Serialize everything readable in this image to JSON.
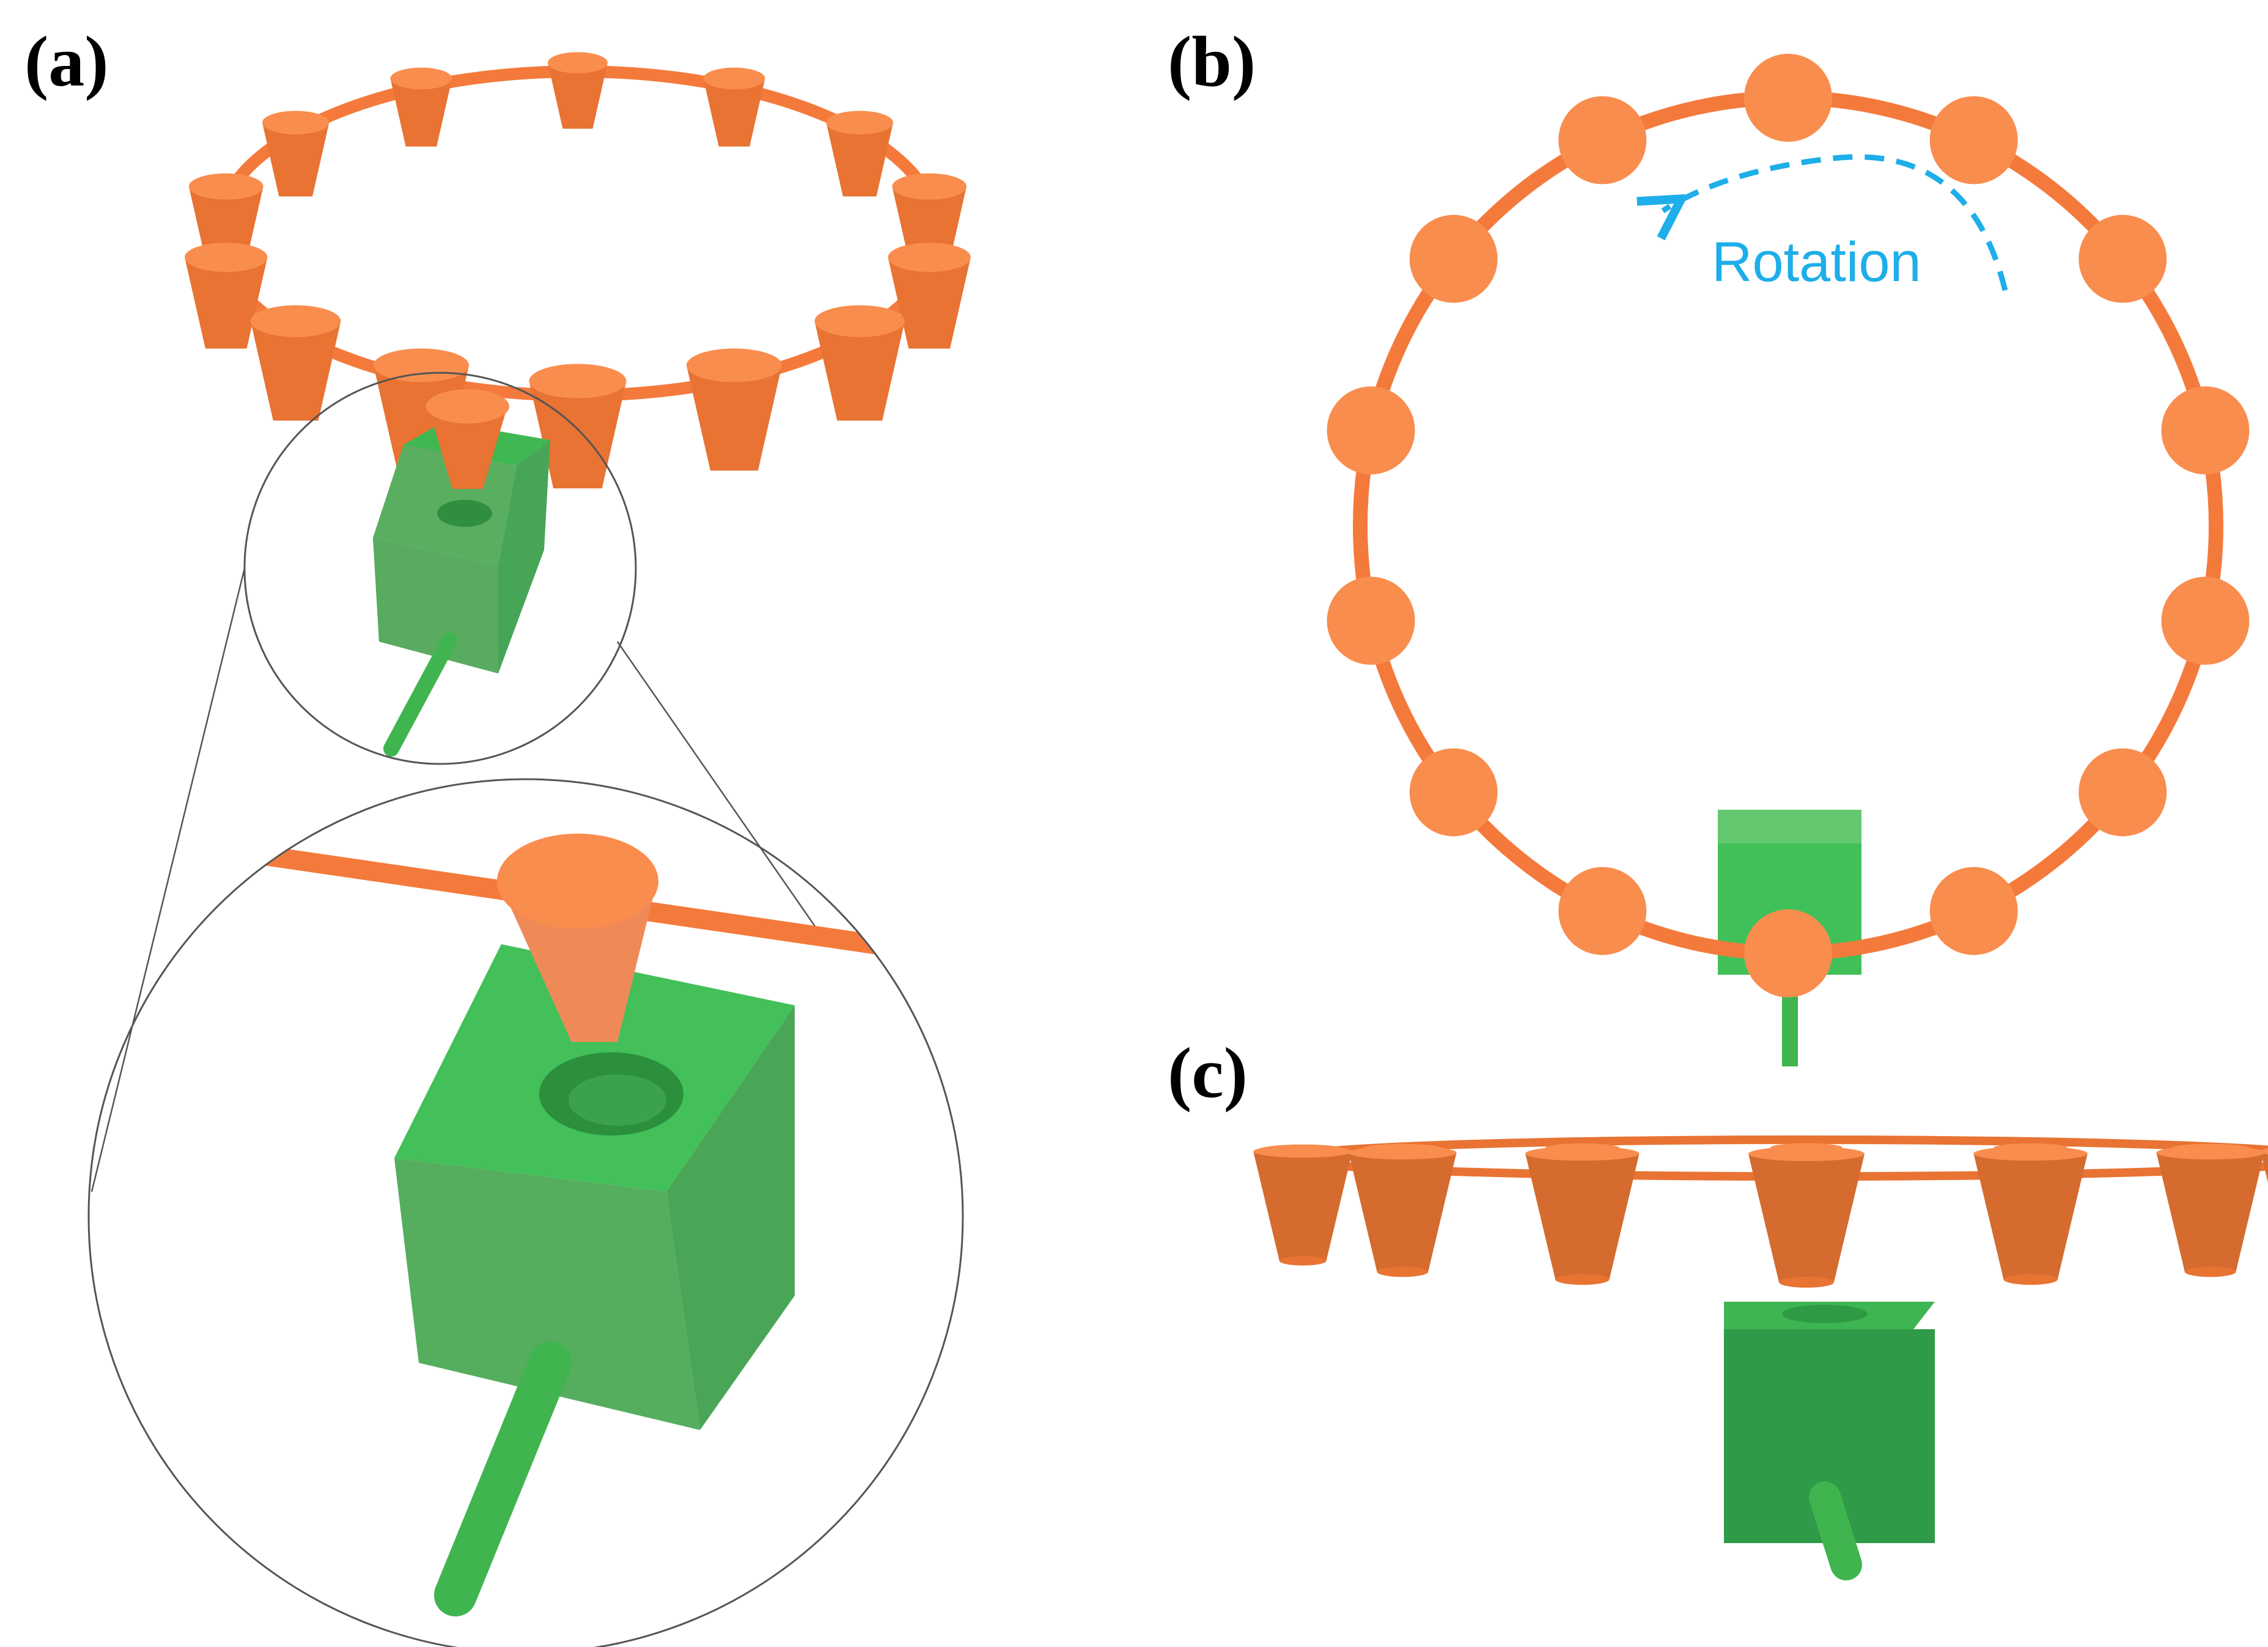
{
  "panels": {
    "a": {
      "label": "(a)"
    },
    "b": {
      "label": "(b)"
    },
    "c": {
      "label": "(c)"
    }
  },
  "rotation": {
    "label": "Rotation"
  },
  "colors": {
    "ring": "#f47a3c",
    "cone_top": "#f98d4e",
    "cone_body": "#e87332",
    "cone_body_dark": "#d56b2e",
    "block_front": "#56ab62",
    "block_top": "#3fb752",
    "block_side": "#43a655",
    "block_bright": "#41c059",
    "block_dark": "#2a9a46",
    "pipe": "#40b54f",
    "arrow": "#1eaee9",
    "outline": "#555555"
  },
  "counts": {
    "cones_on_ring": 14
  }
}
